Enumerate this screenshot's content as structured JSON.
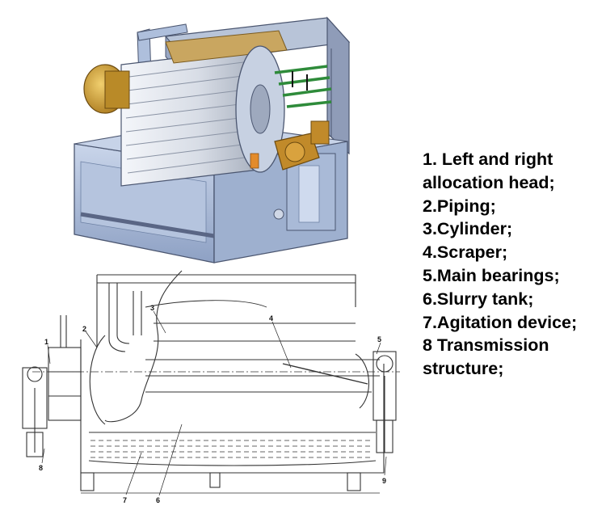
{
  "legend": {
    "items": [
      "1. Left and right",
      "allocation head;",
      "2.Piping;",
      "3.Cylinder;",
      "4.Scraper;",
      "5.Main bearings;",
      "6.Slurry tank;",
      "7.Agitation device;",
      "8 Transmission",
      "structure;"
    ]
  },
  "drawing": {
    "callouts": [
      "1",
      "2",
      "3",
      "4",
      "5",
      "6",
      "7",
      "8",
      "9"
    ]
  },
  "colors": {
    "frame_blue": "#aebfdc",
    "frame_dark": "#6f83a6",
    "drum_grey": "#dfe3ea",
    "motor_gold": "#c99a2e",
    "pipe_green": "#3fb24a",
    "drawing_line": "#333333"
  }
}
